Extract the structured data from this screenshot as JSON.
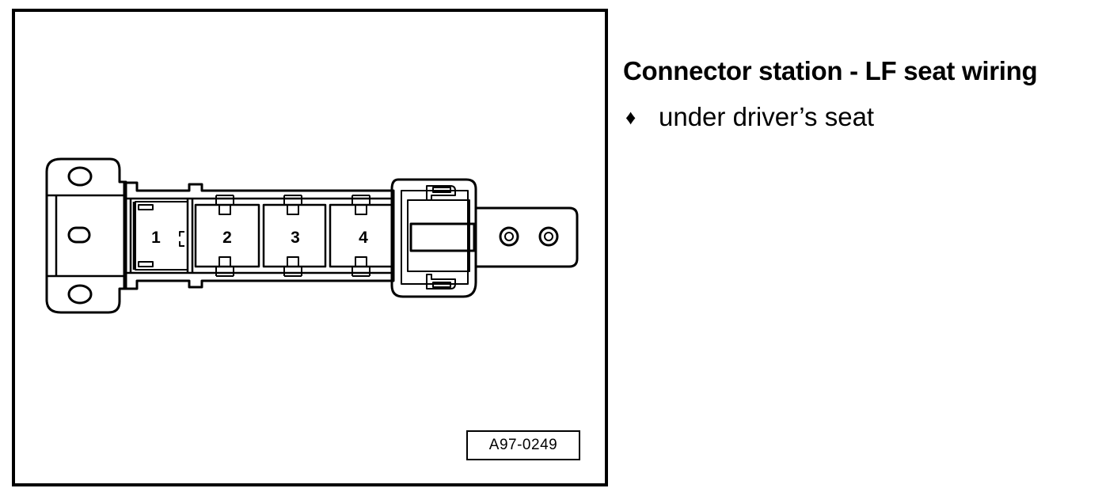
{
  "figure": {
    "id_label": "A97-0249",
    "pin_labels": [
      "1",
      "2",
      "3",
      "4"
    ]
  },
  "caption": {
    "heading": "Connector station - LF seat wiring",
    "bullets": [
      {
        "marker": "♦",
        "text": "under driver’s seat"
      }
    ]
  },
  "colors": {
    "ink": "#000000",
    "paper": "#ffffff"
  }
}
